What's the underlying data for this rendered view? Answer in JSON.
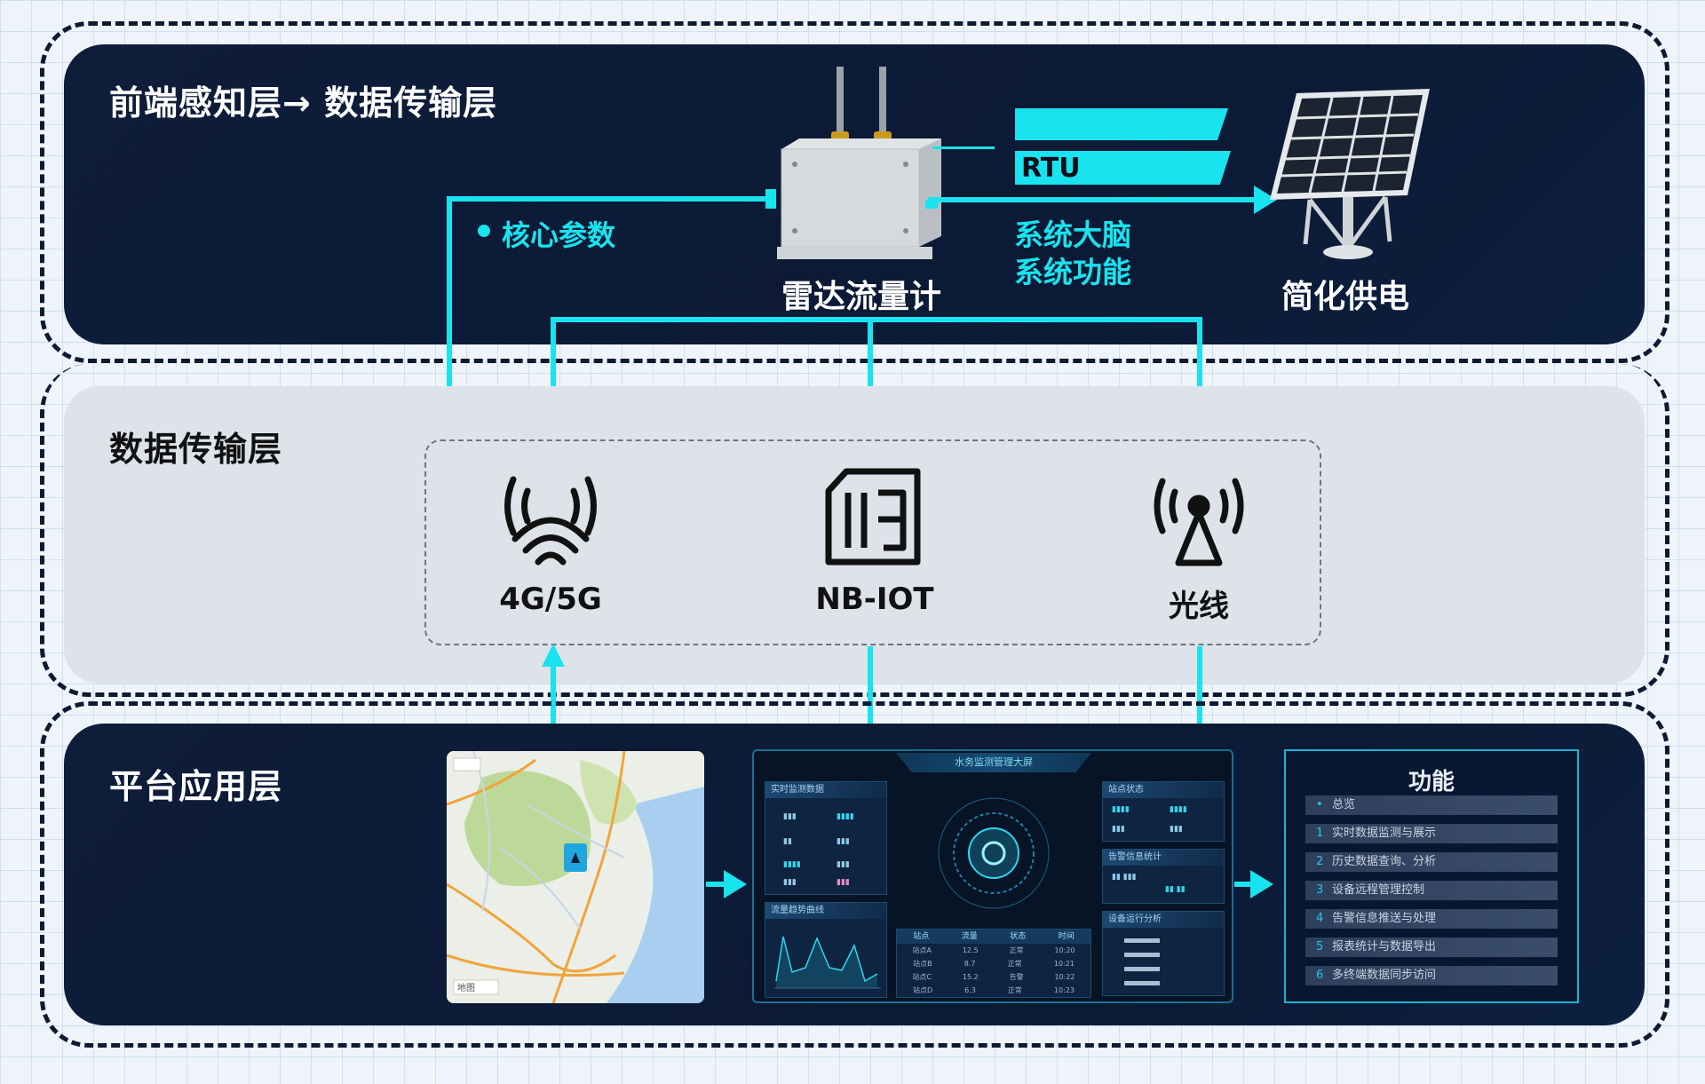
{
  "layers": {
    "top": {
      "title": "前端感知层→ 数据传输层",
      "core_params": "核心参数",
      "device_label": "雷达流量计",
      "rtu_label": "RTU",
      "rtu_desc_line1": "系统大脑",
      "rtu_desc_line2": "系统功能",
      "power_label": "简化供电"
    },
    "middle": {
      "title": "数据传输层",
      "channels": [
        {
          "label": "4G/5G",
          "icon": "wireless-signal-icon"
        },
        {
          "label": "NB-IOT",
          "icon": "sim-card-icon"
        },
        {
          "label": "光线",
          "icon": "antenna-tower-icon"
        }
      ]
    },
    "bottom": {
      "title": "平台应用层",
      "map_caption": "地图",
      "dashboard": {
        "title": "水务监测管理大屏",
        "left_card1": "实时监测数据",
        "left_card2": "流量趋势曲线",
        "right_card1": "站点状态",
        "right_card2": "告警信息统计",
        "right_card3": "设备运行分析",
        "table_headers": [
          "站点",
          "流量",
          "状态",
          "时间"
        ],
        "table_rows": [
          [
            "站点A",
            "12.5",
            "正常",
            "10:20"
          ],
          [
            "站点B",
            "8.7",
            "正常",
            "10:21"
          ],
          [
            "站点C",
            "15.2",
            "告警",
            "10:22"
          ],
          [
            "站点D",
            "6.3",
            "正常",
            "10:23"
          ]
        ]
      },
      "features": {
        "title": "功能",
        "items": [
          {
            "bullet": "•",
            "text": "总览"
          },
          {
            "bullet": "1",
            "text": "实时数据监测与展示"
          },
          {
            "bullet": "2",
            "text": "历史数据查询、分析"
          },
          {
            "bullet": "3",
            "text": "设备远程管理控制"
          },
          {
            "bullet": "4",
            "text": "告警信息推送与处理"
          },
          {
            "bullet": "5",
            "text": "报表统计与数据导出"
          },
          {
            "bullet": "6",
            "text": "多终端数据同步访问"
          }
        ]
      }
    }
  },
  "colors": {
    "accent": "#19e3ee",
    "dark_panel": "#0c1b38",
    "light_panel": "#dde3e9",
    "frame": "#0e1a33"
  }
}
